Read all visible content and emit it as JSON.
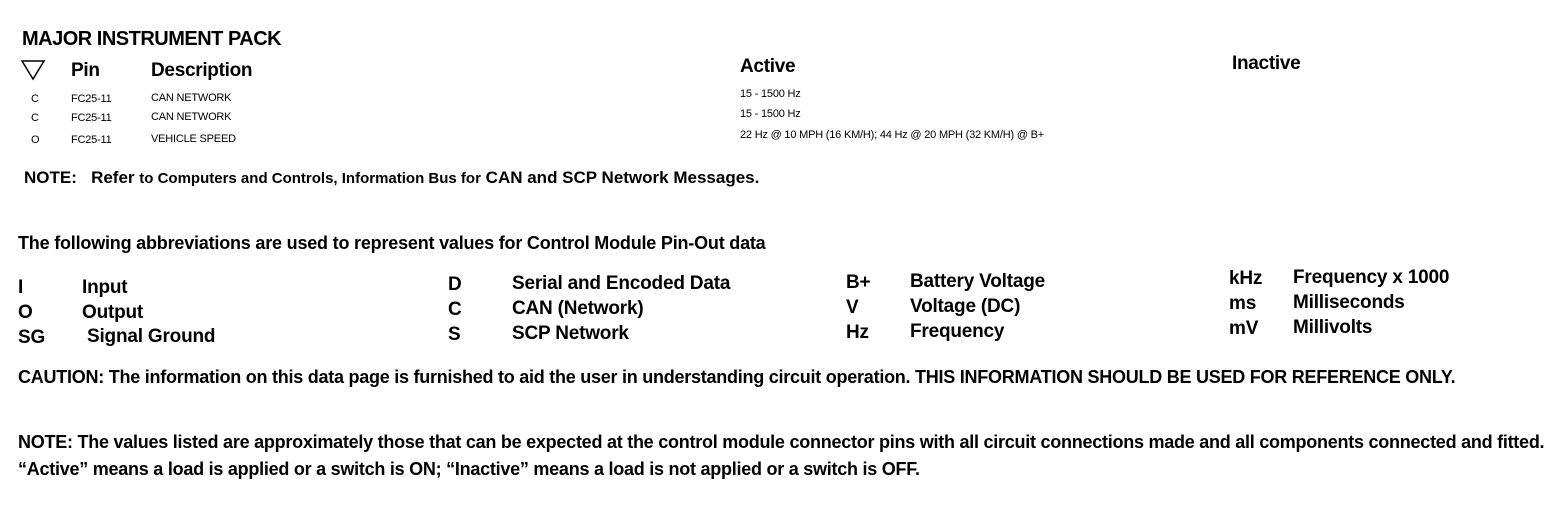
{
  "title": "MAJOR INSTRUMENT PACK",
  "table": {
    "headers": {
      "pin": "Pin",
      "description": "Description",
      "active": "Active",
      "inactive": "Inactive"
    },
    "rows": [
      {
        "type": "C",
        "pin": "FC25-11",
        "description": "CAN NETWORK",
        "active": "15 - 1500 Hz",
        "inactive": ""
      },
      {
        "type": "C",
        "pin": "FC25-11",
        "description": "CAN NETWORK",
        "active": "15 - 1500 Hz",
        "inactive": ""
      },
      {
        "type": "O",
        "pin": "FC25-11",
        "description": "VEHICLE SPEED",
        "active": "22 Hz @ 10 MPH (16 KM/H); 44 Hz @ 20 MPH (32 KM/H) @ B+",
        "inactive": ""
      }
    ]
  },
  "note1": {
    "label": "NOTE:",
    "part1": "Refer",
    "part2": "to Computers and Controls, Information Bus for",
    "part3": "CAN and SCP Network Messages."
  },
  "abbrev_intro": "The following abbreviations are used to represent values for Control Module Pin-Out data",
  "abbreviations": [
    [
      {
        "code": "I",
        "meaning": "Input"
      },
      {
        "code": "O",
        "meaning": "Output"
      },
      {
        "code": "SG",
        "meaning": "Signal Ground"
      }
    ],
    [
      {
        "code": "D",
        "meaning": "Serial and Encoded Data"
      },
      {
        "code": "C",
        "meaning": "CAN (Network)"
      },
      {
        "code": "S",
        "meaning": "SCP Network"
      }
    ],
    [
      {
        "code": "B+",
        "meaning": "Battery Voltage"
      },
      {
        "code": "V",
        "meaning": "Voltage (DC)"
      },
      {
        "code": "Hz",
        "meaning": "Frequency"
      }
    ],
    [
      {
        "code": "kHz",
        "meaning": "Frequency x 1000"
      },
      {
        "code": "ms",
        "meaning": "Milliseconds"
      },
      {
        "code": "mV",
        "meaning": "Millivolts"
      }
    ]
  ],
  "caution": "CAUTION: The information on this data page is furnished to aid the user in understanding circuit operation.  THIS INFORMATION SHOULD BE USED FOR REFERENCE ONLY.",
  "note2": "NOTE: The values listed are approximately those that can be expected at the control module connector pins with all circuit connections made and all components connected and fitted.  “Active” means a load is applied or a switch is ON; “Inactive” means a load is not applied or a switch is OFF."
}
